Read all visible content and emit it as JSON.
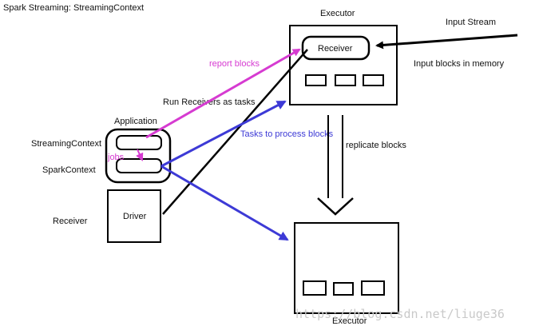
{
  "title": "Spark Streaming: StreamingContext",
  "labels": {
    "executor_top": "Executor",
    "executor_bottom": "Executor",
    "receiver_box": "Receiver",
    "input_stream": "Input Stream",
    "input_blocks": "Input blocks in memory",
    "report_blocks": "report blocks",
    "run_receivers": "Run Receivers as tasks",
    "tasks_to_process": "Tasks to process blocks",
    "replicate_blocks": "replicate blocks",
    "application": "Application",
    "streaming_context": "StreamingContext",
    "spark_context": "SparkContext",
    "jobs": "jobs",
    "receiver_left": "Receiver",
    "driver": "Driver"
  },
  "watermark": "https://blog.csdn.net/liuge36",
  "colors": {
    "report": "#d63bd1",
    "tasks": "#3d3ad6",
    "stroke": "#000000"
  }
}
